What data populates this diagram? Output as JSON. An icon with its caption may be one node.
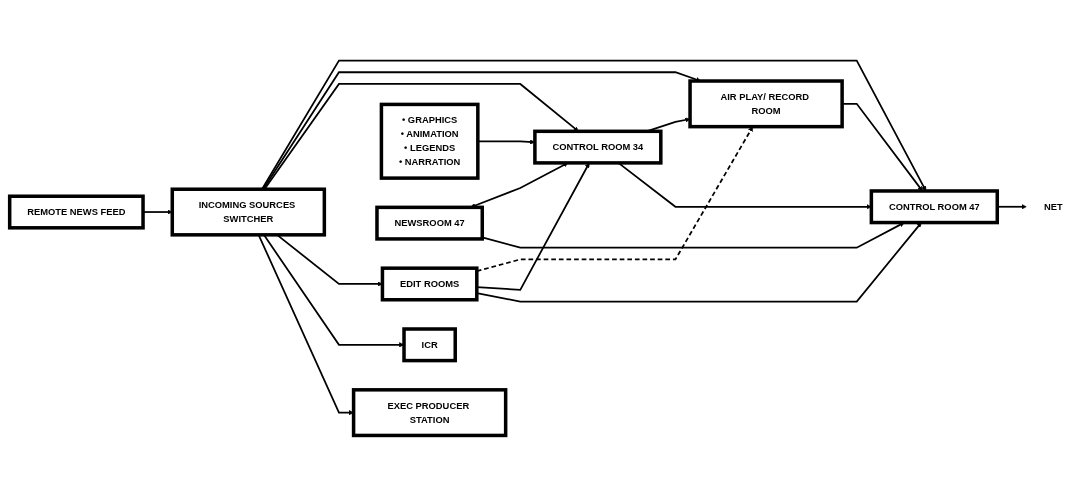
{
  "diagram": {
    "nodes": [
      {
        "text": [
          "REMOTE NEWS FEED"
        ]
      },
      {
        "text": [
          "INCOMING SOURCES SWITCHER"
        ]
      },
      {
        "text": [
          "EDIT ROOMS"
        ]
      },
      {
        "text": [
          "CONTROL ROOM 34"
        ]
      },
      {
        "text": [
          "AIR PLAY/ RECORD ROOM"
        ]
      },
      {
        "text": [
          "CONTROL ROOM 47"
        ]
      },
      {
        "text": [
          "NET"
        ]
      },
      {
        "text": [
          "EXEC PRODUCER STATION"
        ]
      },
      {
        "text": [
          "ICR"
        ]
      },
      {
        "text": [
          "• GRAPHICS",
          "• ANIMATION",
          "• LEGENDS",
          "• NARRATION"
        ]
      },
      {
        "text": [
          "NEWSROOM 47"
        ]
      }
    ],
    "edges": [
      {
        "from": 0,
        "to": 1,
        "arrow": "to"
      },
      {
        "from": 1,
        "to": 5,
        "arrow": "to"
      },
      {
        "from": 1,
        "to": 4,
        "arrow": "to"
      },
      {
        "from": 1,
        "to": 3,
        "arrow": "to"
      },
      {
        "from": 1,
        "to": 2,
        "arrow": "to"
      },
      {
        "from": 1,
        "to": 8,
        "arrow": "to"
      },
      {
        "from": 1,
        "to": 7,
        "arrow": "to"
      },
      {
        "from": 2,
        "to": 4,
        "arrow": "to",
        "style": "dashed"
      },
      {
        "from": 2,
        "to": 3,
        "arrow": "to"
      },
      {
        "from": 2,
        "to": 5,
        "arrow": "to"
      },
      {
        "from": 3,
        "to": 4,
        "arrow": "to"
      },
      {
        "from": 3,
        "to": 5,
        "arrow": "to"
      },
      {
        "from": 4,
        "to": 5,
        "arrow": "to"
      },
      {
        "from": 5,
        "to": 6,
        "arrow": "to"
      },
      {
        "from": 9,
        "to": 3,
        "arrow": "to"
      },
      {
        "from": 10,
        "to": 3,
        "arrow": "both"
      },
      {
        "from": 10,
        "to": 5,
        "arrow": "to"
      }
    ]
  }
}
